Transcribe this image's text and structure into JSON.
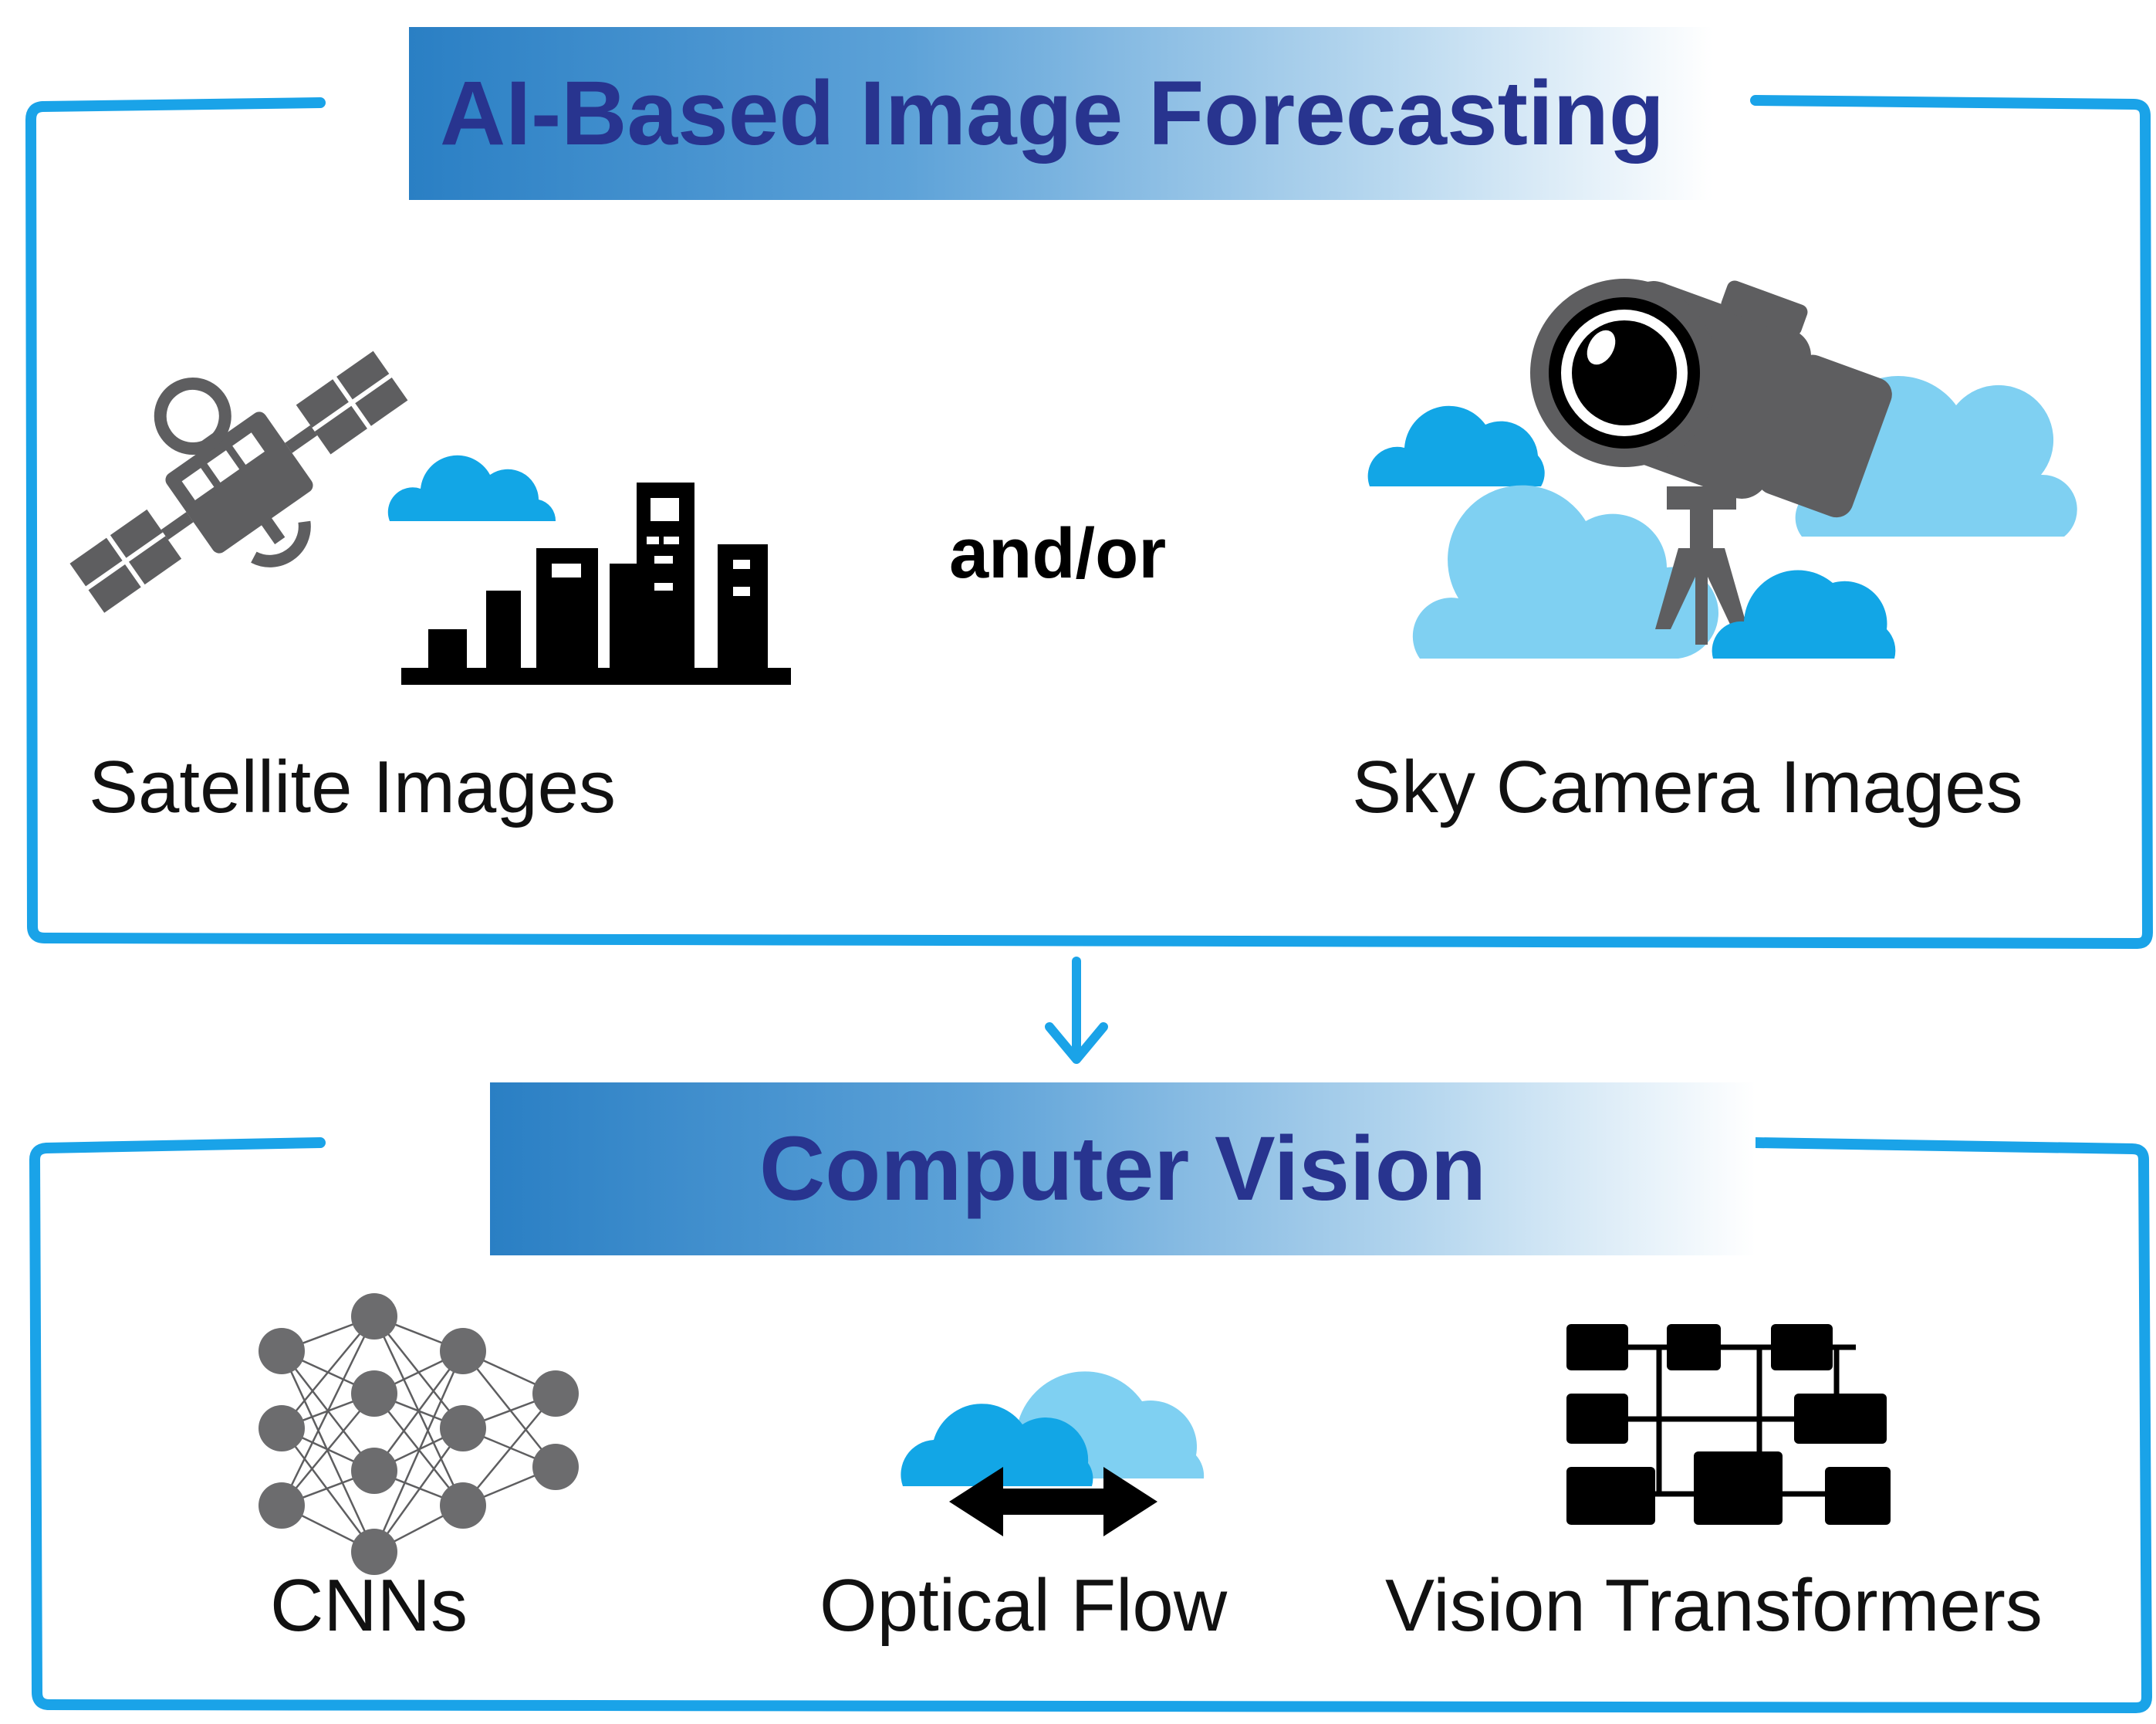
{
  "colors": {
    "frame": "#1aa3e8",
    "banner_start": "#2a7fc4",
    "banner_end": "#ffffff",
    "banner_text": "#28348f",
    "cloud_dark": "#12a6e6",
    "cloud_light": "#7fd0f2",
    "icon_gray": "#5e5e60",
    "icon_black": "#000000"
  },
  "top_panel": {
    "title": "AI-Based Image Forecasting",
    "left_label": "Satellite Images",
    "connector": "and/or",
    "right_label": "Sky Camera Images",
    "left_icons": [
      "satellite-icon",
      "cloud-icon",
      "city-skyline-icon"
    ],
    "right_icons": [
      "sky-camera-icon",
      "cloud-icon"
    ]
  },
  "bottom_panel": {
    "title": "Computer Vision",
    "methods": [
      {
        "label": "CNNs",
        "icon": "neural-network-icon"
      },
      {
        "label": "Optical Flow",
        "icon": "cloud-motion-icon"
      },
      {
        "label": "Vision Transformers",
        "icon": "transformer-blocks-icon"
      }
    ]
  }
}
